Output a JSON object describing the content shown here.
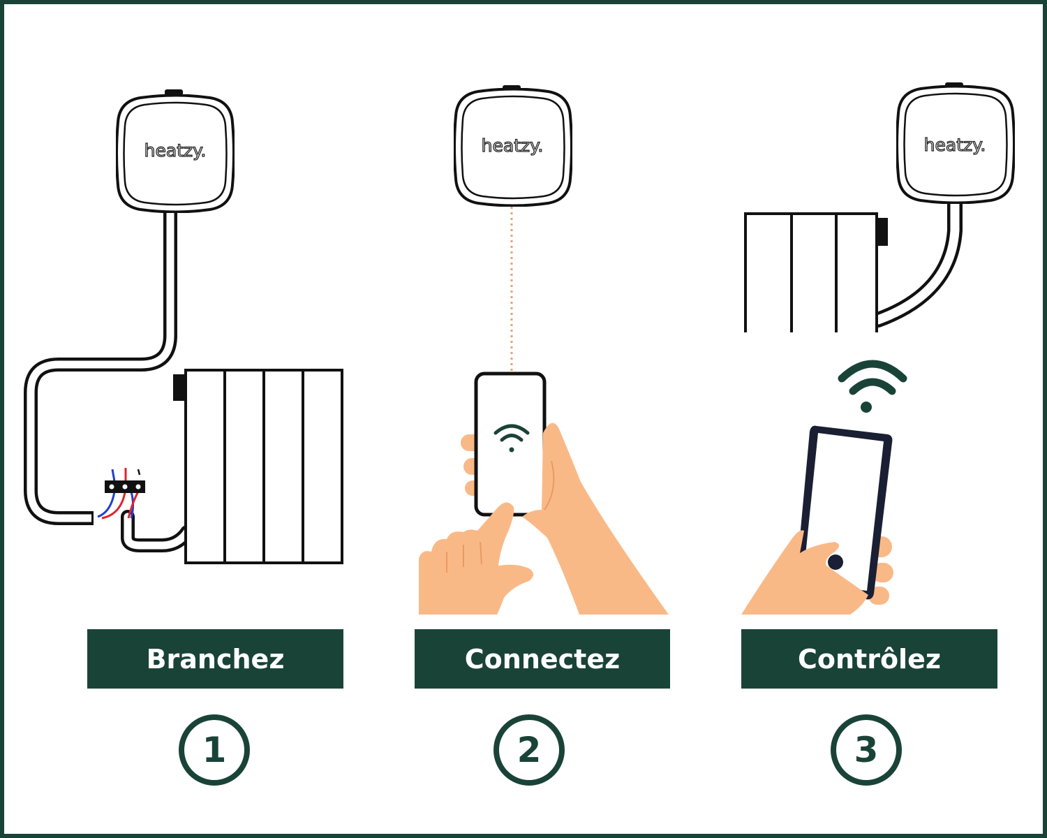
{
  "brand": "heatzy.",
  "colors": {
    "accent": "#1a4338",
    "skin": "#f9b987",
    "wire_red": "#e0242a",
    "wire_blue": "#1d3fcf",
    "dotted_link": "#e0a27a"
  },
  "steps": [
    {
      "label": "Branchez",
      "number": "1"
    },
    {
      "label": "Connectez",
      "number": "2"
    },
    {
      "label": "Contrôlez",
      "number": "3"
    }
  ],
  "icons": [
    "heatzy-device-icon",
    "radiator-icon",
    "wifi-icon",
    "smartphone-icon",
    "hand-icon",
    "terminal-block-icon"
  ]
}
